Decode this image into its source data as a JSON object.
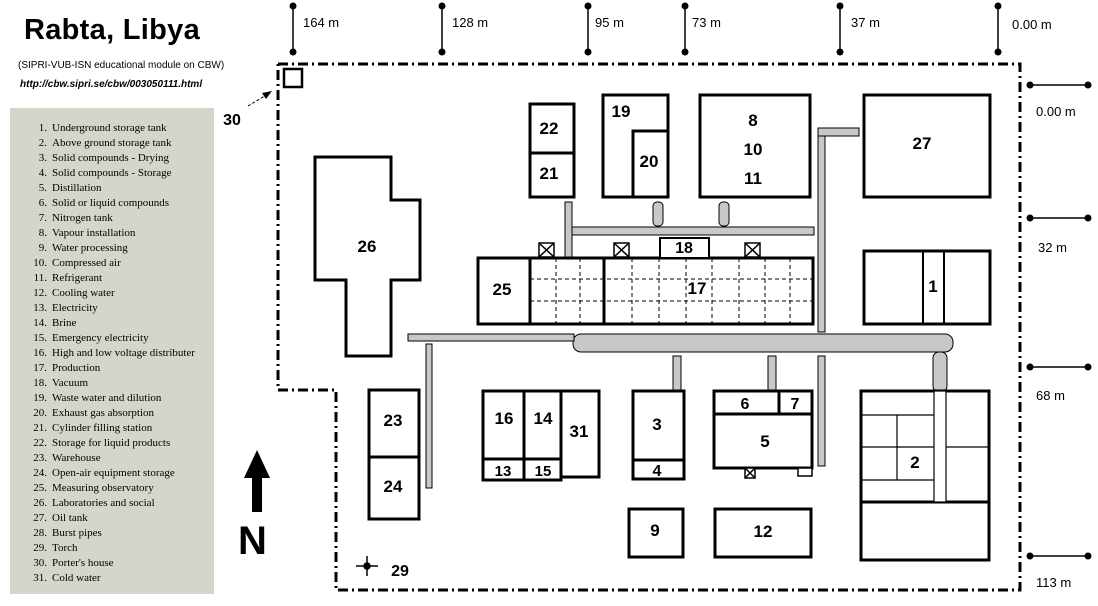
{
  "header": {
    "title": "Rabta, Libya",
    "subtitle": "(SIPRI-VUB-ISN educational module on CBW)",
    "url": "http://cbw.sipri.se/cbw/003050111.html"
  },
  "legend": {
    "items": [
      {
        "num": "1.",
        "label": "Underground storage tank"
      },
      {
        "num": "2.",
        "label": "Above ground storage tank"
      },
      {
        "num": "3.",
        "label": "Solid compounds - Drying"
      },
      {
        "num": "4.",
        "label": "Solid compounds - Storage"
      },
      {
        "num": "5.",
        "label": "Distillation"
      },
      {
        "num": "6.",
        "label": "Solid or liquid compounds"
      },
      {
        "num": "7.",
        "label": "Nitrogen tank"
      },
      {
        "num": "8.",
        "label": "Vapour installation"
      },
      {
        "num": "9.",
        "label": "Water processing"
      },
      {
        "num": "10.",
        "label": "Compressed air"
      },
      {
        "num": "11.",
        "label": "Refrigerant"
      },
      {
        "num": "12.",
        "label": "Cooling water"
      },
      {
        "num": "13.",
        "label": "Electricity"
      },
      {
        "num": "14.",
        "label": "Brine"
      },
      {
        "num": "15.",
        "label": "Emergency electricity"
      },
      {
        "num": "16.",
        "label": "High and low voltage distributer"
      },
      {
        "num": "17.",
        "label": "Production"
      },
      {
        "num": "18.",
        "label": "Vacuum"
      },
      {
        "num": "19.",
        "label": "Waste water and dilution"
      },
      {
        "num": "20.",
        "label": "Exhaust gas absorption"
      },
      {
        "num": "21.",
        "label": "Cylinder filling station"
      },
      {
        "num": "22.",
        "label": "Storage for liquid products"
      },
      {
        "num": "23.",
        "label": "Warehouse"
      },
      {
        "num": "24.",
        "label": "Open-air equipment storage"
      },
      {
        "num": "25.",
        "label": "Measuring observatory"
      },
      {
        "num": "26.",
        "label": "Laboratories and social"
      },
      {
        "num": "27.",
        "label": "Oil tank"
      },
      {
        "num": "28.",
        "label": "Burst pipes"
      },
      {
        "num": "29.",
        "label": "Torch"
      },
      {
        "num": "30.",
        "label": "Porter's house"
      },
      {
        "num": "31.",
        "label": "Cold water"
      }
    ]
  },
  "scale": {
    "top": [
      "164 m",
      "128 m",
      "95 m",
      "73 m",
      "37 m",
      "0.00 m"
    ],
    "right": [
      "0.00 m",
      "32 m",
      "68 m",
      "113 m"
    ]
  },
  "map": {
    "north": "N",
    "buildings": {
      "b1": "1",
      "b2": "2",
      "b3": "3",
      "b4": "4",
      "b5": "5",
      "b6": "6",
      "b7": "7",
      "b8": "8",
      "b9": "9",
      "b10": "10",
      "b11": "11",
      "b12": "12",
      "b13": "13",
      "b14": "14",
      "b15": "15",
      "b16": "16",
      "b17": "17",
      "b18": "18",
      "b19": "19",
      "b20": "20",
      "b21": "21",
      "b22": "22",
      "b23": "23",
      "b24": "24",
      "b25": "25",
      "b26": "26",
      "b27": "27",
      "b29": "29",
      "b30": "30",
      "b31": "31"
    }
  },
  "colors": {
    "legend_bg": "#d5d5cc",
    "pipe_fill": "#c8c8c8",
    "line": "#000000"
  }
}
